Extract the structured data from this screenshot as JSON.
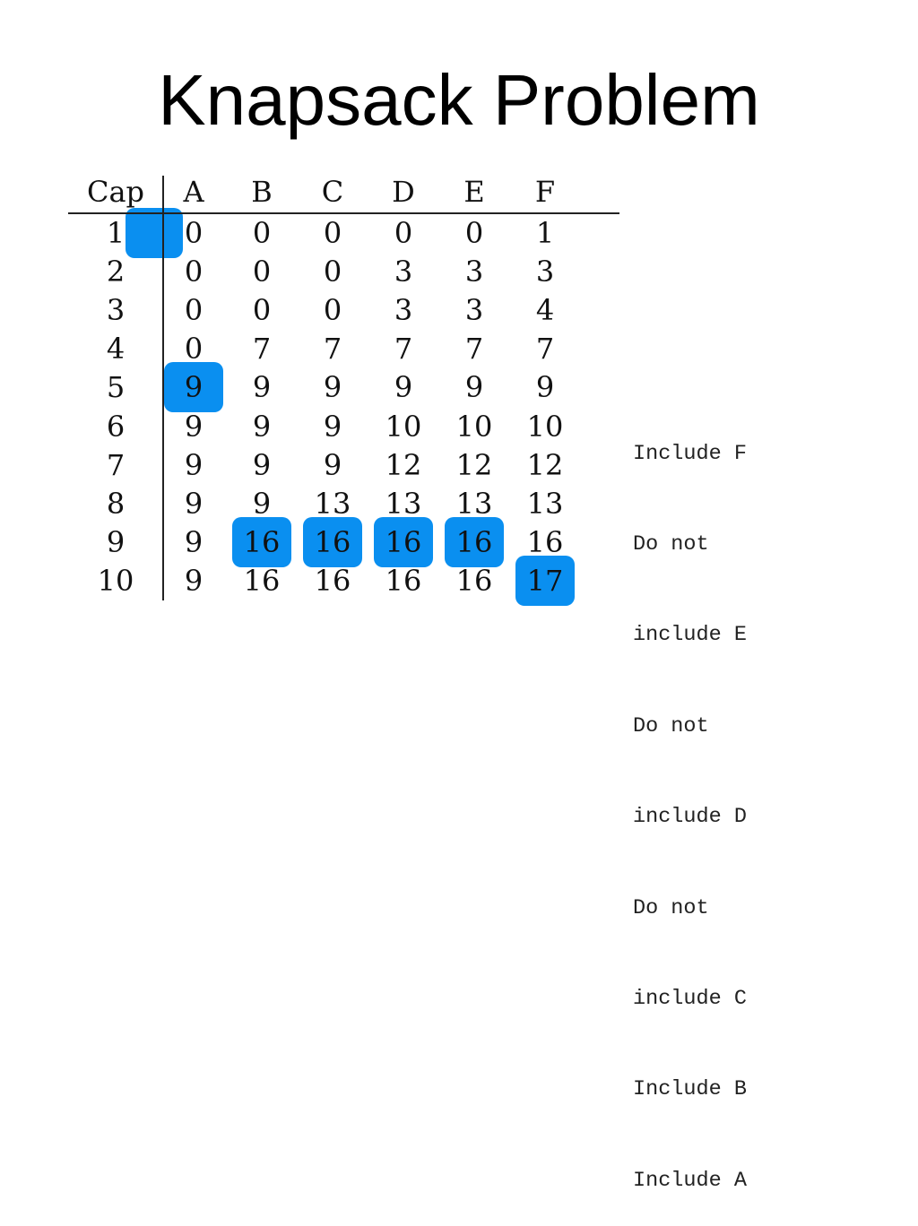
{
  "slide": {
    "title": "Knapsack Problem"
  },
  "table": {
    "headers": [
      "Cap",
      "A",
      "B",
      "C",
      "D",
      "E",
      "F"
    ],
    "rows": [
      [
        "1",
        "0",
        "0",
        "0",
        "0",
        "0",
        "1"
      ],
      [
        "2",
        "0",
        "0",
        "0",
        "3",
        "3",
        "3"
      ],
      [
        "3",
        "0",
        "0",
        "0",
        "3",
        "3",
        "4"
      ],
      [
        "4",
        "0",
        "7",
        "7",
        "7",
        "7",
        "7"
      ],
      [
        "5",
        "9",
        "9",
        "9",
        "9",
        "9",
        "9"
      ],
      [
        "6",
        "9",
        "9",
        "9",
        "10",
        "10",
        "10"
      ],
      [
        "7",
        "9",
        "9",
        "9",
        "12",
        "12",
        "12"
      ],
      [
        "8",
        "9",
        "9",
        "13",
        "13",
        "13",
        "13"
      ],
      [
        "9",
        "9",
        "16",
        "16",
        "16",
        "16",
        "16"
      ],
      [
        "10",
        "9",
        "16",
        "16",
        "16",
        "16",
        "17"
      ]
    ],
    "highlighted_cells": [
      {
        "row": "1",
        "column": "Cap"
      },
      {
        "row": "5",
        "column": "A"
      },
      {
        "row": "9",
        "column": "B"
      },
      {
        "row": "9",
        "column": "C"
      },
      {
        "row": "9",
        "column": "D"
      },
      {
        "row": "9",
        "column": "E"
      },
      {
        "row": "10",
        "column": "F"
      }
    ],
    "highlight_color": "#0a8ff0"
  },
  "notes": {
    "lines": [
      "Include F",
      "Do not",
      "include E",
      "Do not",
      "include D",
      "Do not",
      "include C",
      "Include B",
      "Include A"
    ]
  }
}
